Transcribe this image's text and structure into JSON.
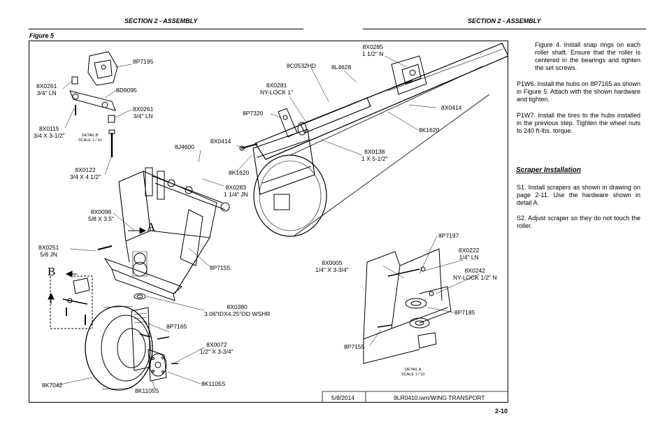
{
  "header": {
    "left": "SECTION 2 - ASSEMBLY",
    "right": "SECTION 2 - ASSEMBLY"
  },
  "figure_title": "Figure 5",
  "callouts": {
    "c8P7195": "8P7195",
    "c8X0261a": [
      "8X0261",
      "3/4\" LN"
    ],
    "c8D9095": "8D9095",
    "c8X0261b": [
      "8X0261",
      "3/4\" LN"
    ],
    "c8X0115": [
      "8X0115",
      "3/4 X 3-1/2\""
    ],
    "detail_b": [
      "DETAIL  B",
      "SCALE 1 / 10"
    ],
    "c8X0122": [
      "8X0122",
      "3/4 X 4 1/2\""
    ],
    "c8J4600": "8J4600",
    "c8X0414a": "8X0414",
    "c8K1620a": "8K1620",
    "c8X0283": [
      "8X0283",
      "1 1/4\" JN"
    ],
    "c8X0098": [
      "8X0098",
      "5/8 X 3.5\""
    ],
    "c8X0251": [
      "8X0251",
      "5/8 JN"
    ],
    "c8P7155a": "8P7155",
    "marker_a": "A",
    "marker_b": "B",
    "c8X0380": [
      "8X0380",
      "3.06\"IDX4.25\"OD WSHR"
    ],
    "c8P7165": "8P7165",
    "c8X0072": [
      "8X0072",
      "1/2\" X 3-3/4\""
    ],
    "c8K7042": "8K7042",
    "c8K1105S_a": "8K1105S",
    "c8K1105S_b": "8K1105S",
    "c8C0532HD": "8C0532HD",
    "c8L4628": "8L4628",
    "c8X0285": [
      "8X0285",
      "1 1/2\" N"
    ],
    "c8X0281": [
      "8X0281",
      "NY-LOCK 1\""
    ],
    "c8P7320": "8P7320",
    "c8X0414b": "8X0414",
    "c8K1620b": "8K1620",
    "c8X0138": [
      "8X0138",
      "1 X 5-1/2\""
    ],
    "c8P7197": "8P7197",
    "c8X0222": [
      "8X0222",
      "1/4\" LN"
    ],
    "c8X0005": [
      "8X0005",
      "1/4\" X 3-3/4\""
    ],
    "c8X0242": [
      "8X0242",
      "NY-LOCK 1/2\" N"
    ],
    "c8P7185": "8P7185",
    "c8P7155b": "8P7155",
    "detail_a": [
      "DETAIL  A",
      "SCALE 1 / 10"
    ]
  },
  "title_block": {
    "date": "5/8/2014",
    "file": "9LR0410.iam/WING TRANSPORT"
  },
  "instructions": {
    "fig4": "Figure 4.  Install snap rings on each roller shaft.  Ensure that the roller is centered in the bearings and tighten the set screws.",
    "p1w6": "P1W6. Install the hubs on 8P7165 as shown in Figure 5.  Attach with the shown hardware and tighten.",
    "p1w7": "P1W7. Install the tires to the hubs installed in the previous step.  Tighten the wheel nuts to 240 ft-lbs. torque.",
    "scraper_heading": "Scraper Installation",
    "s1": "S1.  Install scrapers as shown in drawing on page 2-11.  Use the hardware shown in detail A.",
    "s2": "S2. Adjust scraper so they do not touch the roller."
  },
  "page_number": "2-10"
}
